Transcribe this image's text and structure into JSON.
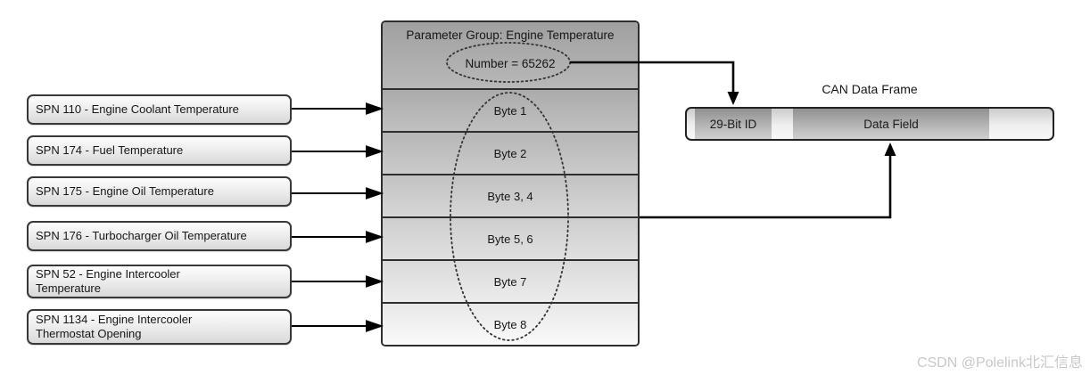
{
  "pgn_table": {
    "title": "Parameter Group: Engine Temperature",
    "number": "Number = 65262",
    "rows": [
      {
        "label": "Byte 1"
      },
      {
        "label": "Byte 2"
      },
      {
        "label": "Byte 3, 4"
      },
      {
        "label": "Byte 5, 6"
      },
      {
        "label": "Byte 7"
      },
      {
        "label": "Byte 8"
      }
    ]
  },
  "spn_boxes": [
    {
      "label": "SPN 110 - Engine Coolant Temperature"
    },
    {
      "label": "SPN 174 - Fuel Temperature"
    },
    {
      "label": "SPN 175 - Engine Oil Temperature"
    },
    {
      "label": "SPN 176 - Turbocharger Oil Temperature"
    },
    {
      "label": "SPN 52 - Engine Intercooler\nTemperature"
    },
    {
      "label": "SPN 1134 - Engine Intercooler\nThermostat Opening"
    }
  ],
  "can_frame": {
    "title": "CAN Data Frame",
    "id_segment": "29-Bit ID",
    "data_segment": "Data Field"
  },
  "watermark": {
    "text": "CSDN @Polelink北汇信息",
    "color": "#c9c9c9"
  },
  "colors": {
    "border": "#2e2e2e",
    "arrow": "#000000",
    "dotted_outline": "#333333"
  }
}
